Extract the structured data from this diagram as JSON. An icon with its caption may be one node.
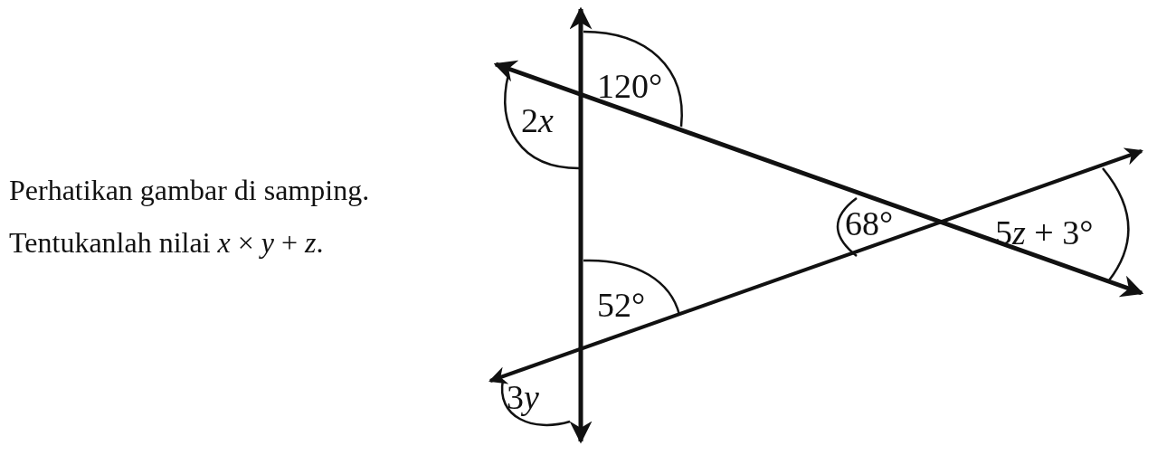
{
  "diagram": {
    "labels": [
      "Perhatikan gambar di samping.",
      "Tentukanlah nilai *x* × *y* + *z*.",
      "120°",
      "2x",
      "68°",
      "5z + 3°",
      "52°",
      "3y"
    ]
  }
}
